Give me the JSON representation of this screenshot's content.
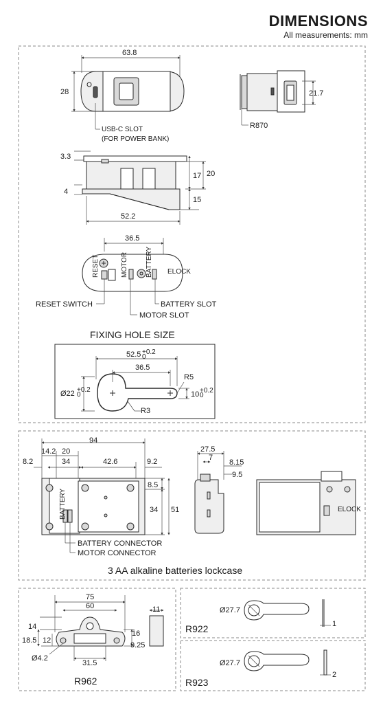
{
  "header": {
    "title": "DIMENSIONS",
    "subtitle": "All measurements: mm"
  },
  "top_view": {
    "width": "63.8",
    "height": "28",
    "side_height": "21.7",
    "radius": "R870",
    "usb_label_1": "USB-C SLOT",
    "usb_label_2": "(FOR POWER BANK)"
  },
  "side_view": {
    "d_top": "3.3",
    "d_17": "17",
    "d_20": "20",
    "d_4": "4",
    "d_15": "15",
    "width": "52.2"
  },
  "back_view": {
    "width": "36.5",
    "reset": "RESET SWITCH",
    "battery_slot": "BATTERY SLOT",
    "motor_slot": "MOTOR SLOT",
    "pcb_text_1": "RESET",
    "pcb_text_2": "MOTOR",
    "pcb_text_3": "BATTERY",
    "logo": "ELOCK"
  },
  "fixing": {
    "title": "FIXING HOLE SIZE",
    "d_52": "52.5",
    "d_52_tol": "+0.2",
    "d_52_tol_lo": "0",
    "d_365": "36.5",
    "dia": "Ø22",
    "dia_tol": "+0.2",
    "dia_tol_lo": "0",
    "r5": "R5",
    "d_10": "10",
    "d_10_tol": "+0.2",
    "d_10_tol_lo": "0",
    "r3": "R3"
  },
  "lockcase": {
    "d_94": "94",
    "d_142": "14.2",
    "d_20": "20",
    "d_82": "8.2",
    "d_34": "34",
    "d_426": "42.6",
    "d_92": "9.2",
    "d_85": "8.5",
    "d_34v": "34",
    "d_51": "51",
    "d_275": "27.5",
    "d_7": "7",
    "d_815": "8.15",
    "d_95": "9.5",
    "battery_conn": "BATTERY CONNECTOR",
    "motor_conn": "MOTOR CONNECTOR",
    "pcb_text": "BATTERY",
    "logo": "ELOCK",
    "caption": "3 AA alkaline batteries lockcase"
  },
  "r962": {
    "d_75": "75",
    "d_60": "60",
    "d_14": "14",
    "d_185": "18.5",
    "d_12": "12",
    "d_16": "16",
    "d_925": "9.25",
    "d_42": "Ø4.2",
    "d_315": "31.5",
    "d_11": "11",
    "label": "R962"
  },
  "r922": {
    "dia": "Ø27.7",
    "thick": "1",
    "label": "R922"
  },
  "r923": {
    "dia": "Ø27.7",
    "thick": "2",
    "label": "R923"
  }
}
